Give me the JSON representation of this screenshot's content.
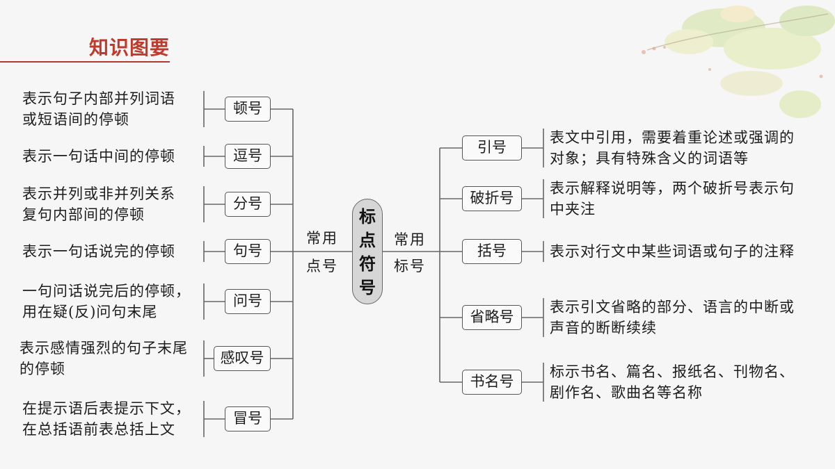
{
  "title": "知识图要",
  "root": [
    "标",
    "点",
    "符",
    "号"
  ],
  "left_group": {
    "line1": "常用",
    "line2": "点号"
  },
  "right_group": {
    "line1": "常用",
    "line2": "标号"
  },
  "left_items": [
    {
      "name": "顿号",
      "desc": [
        "表示句子内部并列词语",
        "或短语间的停顿"
      ]
    },
    {
      "name": "逗号",
      "desc": [
        "表示一句话中间的停顿"
      ]
    },
    {
      "name": "分号",
      "desc": [
        "表示并列或非并列关系",
        "复句内部间的停顿"
      ]
    },
    {
      "name": "句号",
      "desc": [
        "表示一句话说完的停顿"
      ]
    },
    {
      "name": "问号",
      "desc": [
        "一句问话说完后的停顿，",
        "用在疑(反)问句末尾"
      ]
    },
    {
      "name": "感叹号",
      "desc": [
        "表示感情强烈的句子末尾",
        "的停顿"
      ]
    },
    {
      "name": "冒号",
      "desc": [
        "在提示语后表提示下文，",
        "在总括语前表总括上文"
      ]
    }
  ],
  "right_items": [
    {
      "name": "引号",
      "desc": [
        "表文中引用，需要着重论述或强调的",
        "对象；具有特殊含义的词语等"
      ]
    },
    {
      "name": "破折号",
      "desc": [
        "表示解释说明等，两个破折号表示句",
        "中夹注"
      ]
    },
    {
      "name": "括号",
      "desc": [
        "表示对行文中某些词语或句子的注释"
      ]
    },
    {
      "name": "省略号",
      "desc": [
        "表示引文省略的部分、语言的中断或",
        "声音的断断续续"
      ]
    },
    {
      "name": "书名号",
      "desc": [
        "标示书名、篇名、报纸名、刊物名、",
        "剧作名、歌曲名等名称"
      ]
    }
  ],
  "colors": {
    "title": "#c0392b",
    "line": "#666666",
    "root_fill": "#d6d6d6"
  }
}
